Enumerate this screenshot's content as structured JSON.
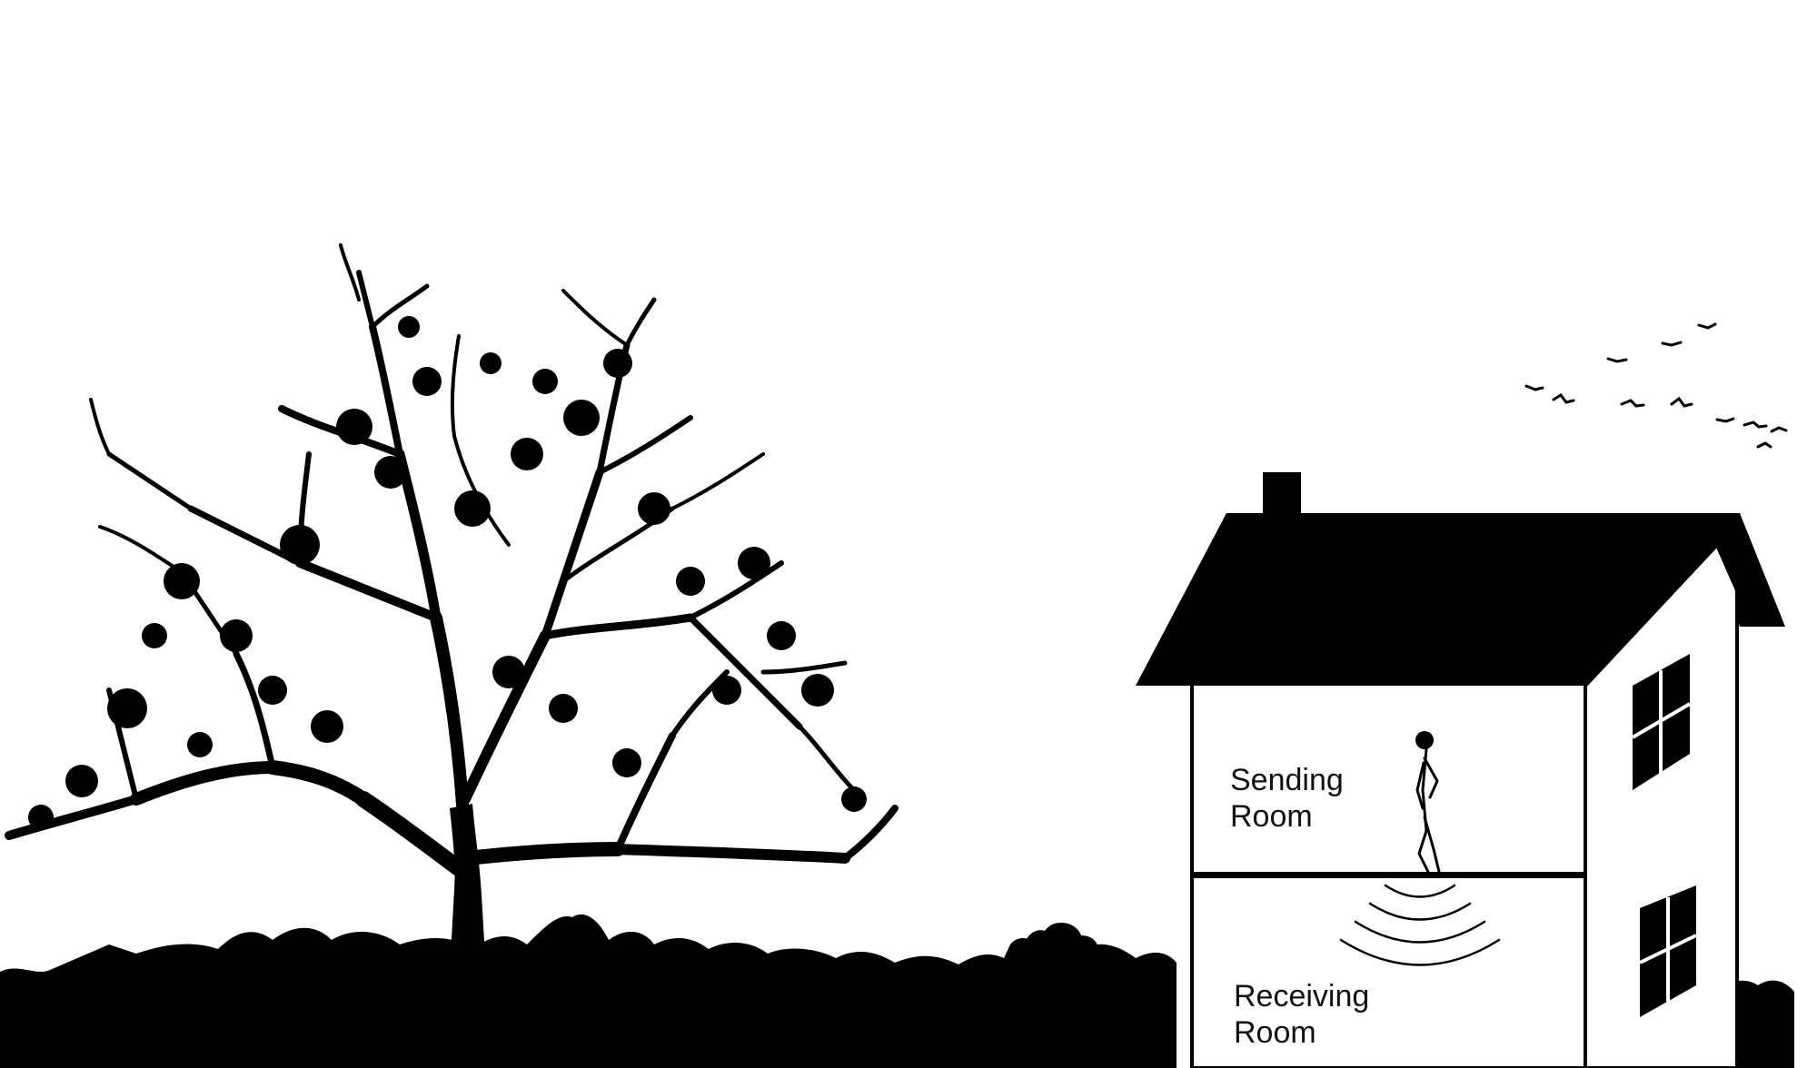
{
  "rooms": {
    "sending": {
      "line1": "Sending",
      "line2": "Room"
    },
    "receiving": {
      "line1": "Receiving",
      "line2": "Room"
    }
  },
  "colors": {
    "background": "#ffffff",
    "silhouette": "#000000",
    "text": "#111111"
  },
  "icons": [
    "tree-silhouette-icon",
    "house-cross-section-icon",
    "walking-person-icon",
    "sound-wave-icon",
    "bird-flock-icon"
  ]
}
